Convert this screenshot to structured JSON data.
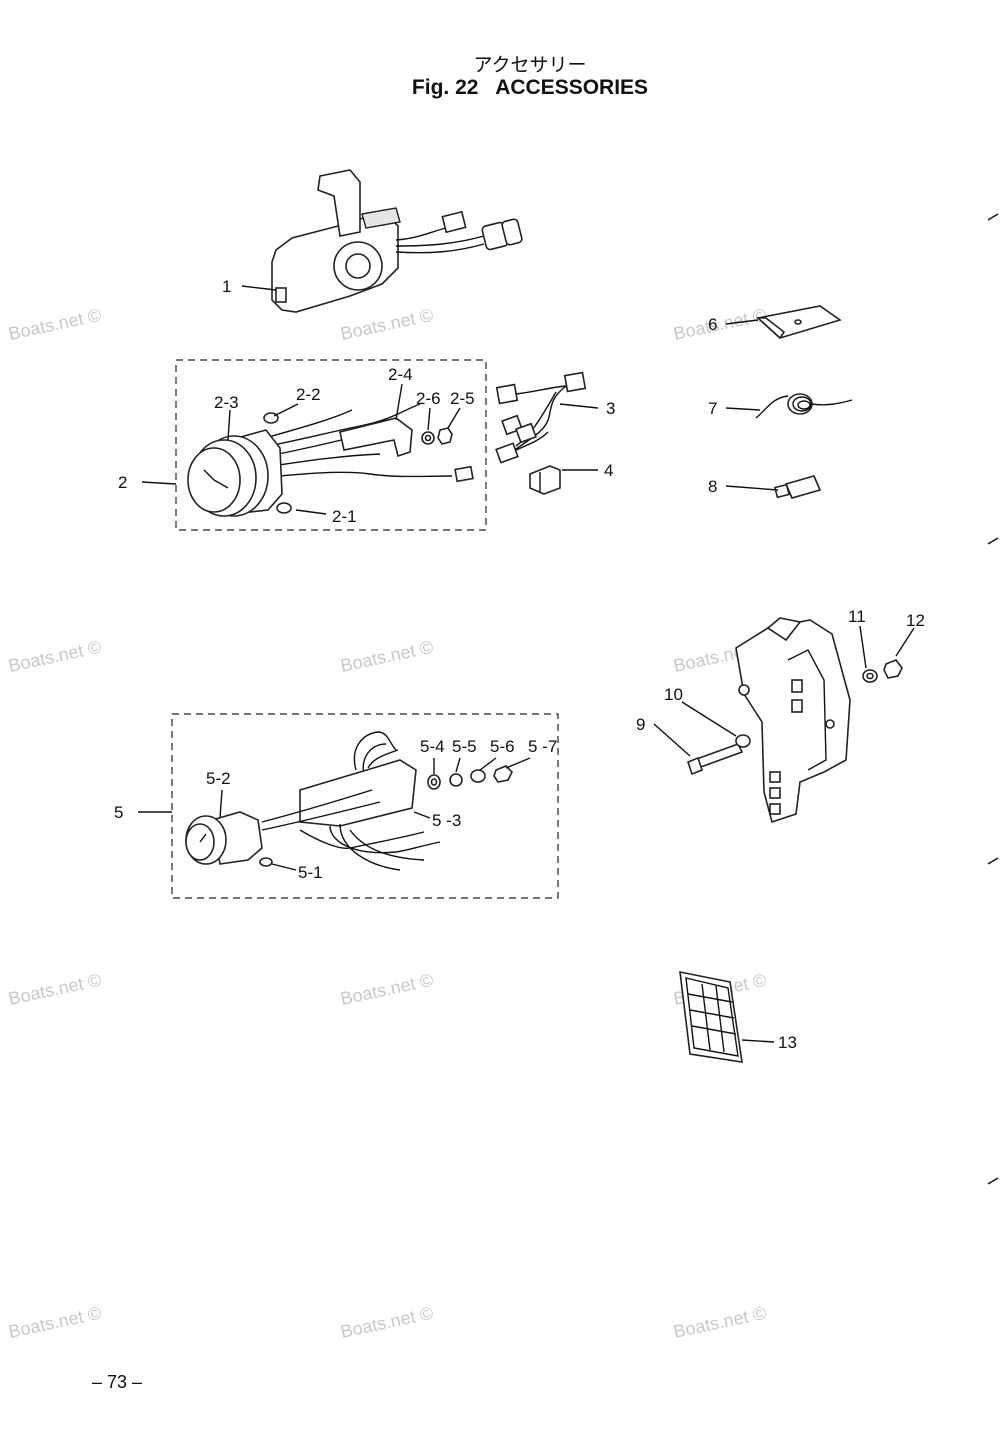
{
  "header": {
    "title_jp": "アクセサリー",
    "fig_label": "Fig. 22",
    "title_en": "ACCESSORIES"
  },
  "watermark": "Boats.net ©",
  "parts": {
    "p1": "1",
    "p2": "2",
    "p2_1": "2-1",
    "p2_2": "2-2",
    "p2_3": "2-3",
    "p2_4": "2-4",
    "p2_5": "2-5",
    "p2_6": "2-6",
    "p3": "3",
    "p4": "4",
    "p5": "5",
    "p5_1": "5-1",
    "p5_2": "5-2",
    "p5_3": "5 -3",
    "p5_4": "5-4",
    "p5_5": "5-5",
    "p5_6": "5-6",
    "p5_7": "5 -7",
    "p6": "6",
    "p7": "7",
    "p8": "8",
    "p9": "9",
    "p10": "10",
    "p11": "11",
    "p12": "12",
    "p13": "13"
  },
  "footer": {
    "page_number": "– 73 –"
  }
}
